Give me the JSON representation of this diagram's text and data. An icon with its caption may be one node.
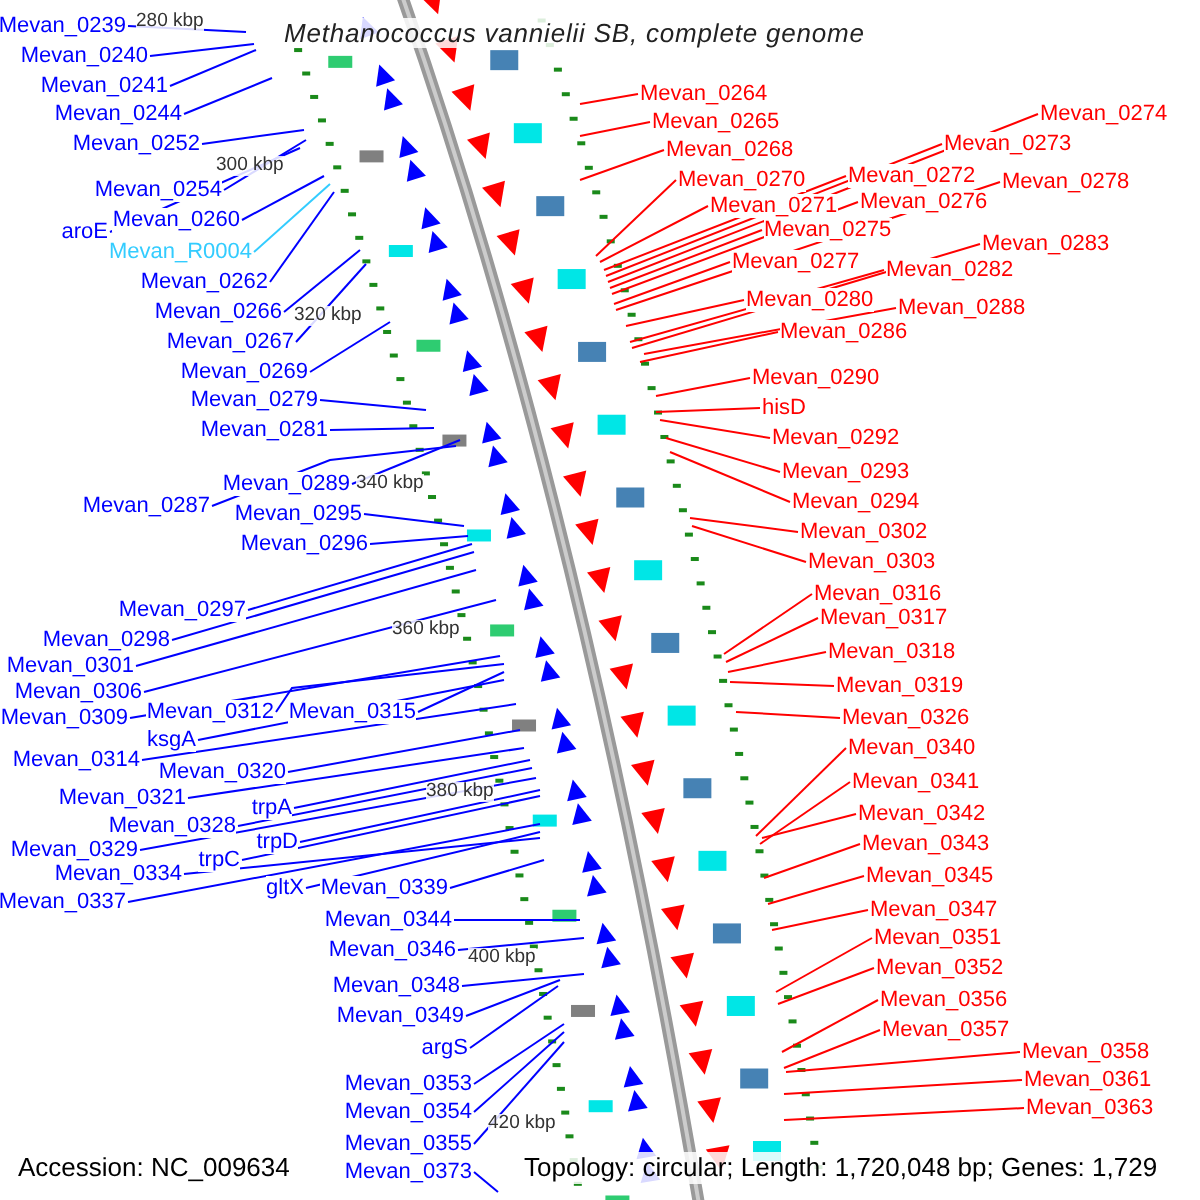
{
  "diagram": {
    "title": "Methanococcus vannielii SB, complete genome",
    "nodes": [
      {
        "text": [
          "Mevan_0239"
        ]
      },
      {
        "text": [
          "Mevan_0240"
        ]
      },
      {
        "text": [
          "Mevan_0241"
        ]
      },
      {
        "text": [
          "Mevan_0244"
        ]
      },
      {
        "text": [
          "Mevan_0252"
        ]
      },
      {
        "text": [
          "Mevan_0254"
        ]
      },
      {
        "text": [
          "aroE"
        ]
      },
      {
        "text": [
          "Mevan_0260"
        ]
      },
      {
        "text": [
          "Mevan_R0004"
        ]
      },
      {
        "text": [
          "Mevan_0262"
        ]
      },
      {
        "text": [
          "Mevan_0266"
        ]
      },
      {
        "text": [
          "Mevan_0267"
        ]
      },
      {
        "text": [
          "Mevan_0269"
        ]
      },
      {
        "text": [
          "Mevan_0279"
        ]
      },
      {
        "text": [
          "Mevan_0281"
        ]
      },
      {
        "text": [
          "Mevan_0289"
        ]
      },
      {
        "text": [
          "Mevan_0287"
        ]
      },
      {
        "text": [
          "Mevan_0295"
        ]
      },
      {
        "text": [
          "Mevan_0296"
        ]
      },
      {
        "text": [
          "Mevan_0297"
        ]
      },
      {
        "text": [
          "Mevan_0298"
        ]
      },
      {
        "text": [
          "Mevan_0301"
        ]
      },
      {
        "text": [
          "Mevan_0306"
        ]
      },
      {
        "text": [
          "Mevan_0309"
        ]
      },
      {
        "text": [
          "Mevan_0312"
        ]
      },
      {
        "text": [
          "Mevan_0315"
        ]
      },
      {
        "text": [
          "ksgA"
        ]
      },
      {
        "text": [
          "Mevan_0314"
        ]
      },
      {
        "text": [
          "Mevan_0320"
        ]
      },
      {
        "text": [
          "Mevan_0321"
        ]
      },
      {
        "text": [
          "trpA"
        ]
      },
      {
        "text": [
          "Mevan_0328"
        ]
      },
      {
        "text": [
          "Mevan_0329"
        ]
      },
      {
        "text": [
          "trpD"
        ]
      },
      {
        "text": [
          "trpC"
        ]
      },
      {
        "text": [
          "Mevan_0334"
        ]
      },
      {
        "text": [
          "gltX"
        ]
      },
      {
        "text": [
          "Mevan_0339"
        ]
      },
      {
        "text": [
          "Mevan_0337"
        ]
      },
      {
        "text": [
          "Mevan_0344"
        ]
      },
      {
        "text": [
          "Mevan_0346"
        ]
      },
      {
        "text": [
          "Mevan_0348"
        ]
      },
      {
        "text": [
          "Mevan_0349"
        ]
      },
      {
        "text": [
          "argS"
        ]
      },
      {
        "text": [
          "Mevan_0353"
        ]
      },
      {
        "text": [
          "Mevan_0354"
        ]
      },
      {
        "text": [
          "Mevan_0355"
        ]
      },
      {
        "text": [
          "Mevan_0373"
        ]
      },
      {
        "text": [
          "Mevan_0264"
        ]
      },
      {
        "text": [
          "Mevan_0265"
        ]
      },
      {
        "text": [
          "Mevan_0268"
        ]
      },
      {
        "text": [
          "Mevan_0270"
        ]
      },
      {
        "text": [
          "Mevan_0271"
        ]
      },
      {
        "text": [
          "Mevan_0272"
        ]
      },
      {
        "text": [
          "Mevan_0273"
        ]
      },
      {
        "text": [
          "Mevan_0274"
        ]
      },
      {
        "text": [
          "Mevan_0275"
        ]
      },
      {
        "text": [
          "Mevan_0276"
        ]
      },
      {
        "text": [
          "Mevan_0277"
        ]
      },
      {
        "text": [
          "Mevan_0278"
        ]
      },
      {
        "text": [
          "Mevan_0280"
        ]
      },
      {
        "text": [
          "Mevan_0282"
        ]
      },
      {
        "text": [
          "Mevan_0283"
        ]
      },
      {
        "text": [
          "Mevan_0286"
        ]
      },
      {
        "text": [
          "Mevan_0288"
        ]
      },
      {
        "text": [
          "Mevan_0290"
        ]
      },
      {
        "text": [
          "hisD"
        ]
      },
      {
        "text": [
          "Mevan_0292"
        ]
      },
      {
        "text": [
          "Mevan_0293"
        ]
      },
      {
        "text": [
          "Mevan_0294"
        ]
      },
      {
        "text": [
          "Mevan_0302"
        ]
      },
      {
        "text": [
          "Mevan_0303"
        ]
      },
      {
        "text": [
          "Mevan_0316"
        ]
      },
      {
        "text": [
          "Mevan_0317"
        ]
      },
      {
        "text": [
          "Mevan_0318"
        ]
      },
      {
        "text": [
          "Mevan_0319"
        ]
      },
      {
        "text": [
          "Mevan_0326"
        ]
      },
      {
        "text": [
          "Mevan_0340"
        ]
      },
      {
        "text": [
          "Mevan_0341"
        ]
      },
      {
        "text": [
          "Mevan_0342"
        ]
      },
      {
        "text": [
          "Mevan_0343"
        ]
      },
      {
        "text": [
          "Mevan_0345"
        ]
      },
      {
        "text": [
          "Mevan_0347"
        ]
      },
      {
        "text": [
          "Mevan_0351"
        ]
      },
      {
        "text": [
          "Mevan_0352"
        ]
      },
      {
        "text": [
          "Mevan_0356"
        ]
      },
      {
        "text": [
          "Mevan_0357"
        ]
      },
      {
        "text": [
          "Mevan_0358"
        ]
      },
      {
        "text": [
          "Mevan_0361"
        ]
      },
      {
        "text": [
          "Mevan_0363"
        ]
      }
    ],
    "edges": [
      {
        "from": 0,
        "to": null,
        "arrow": "none"
      },
      {
        "from": 1,
        "to": null,
        "arrow": "none"
      },
      {
        "from": 2,
        "to": null,
        "arrow": "none"
      },
      {
        "from": 3,
        "to": null,
        "arrow": "none"
      },
      {
        "from": 4,
        "to": null,
        "arrow": "none"
      },
      {
        "from": 5,
        "to": null,
        "arrow": "none"
      },
      {
        "from": 6,
        "to": null,
        "arrow": "none"
      },
      {
        "from": 7,
        "to": null,
        "arrow": "none"
      },
      {
        "from": 8,
        "to": null,
        "arrow": "none",
        "color": "#33ccff"
      },
      {
        "from": 9,
        "to": null,
        "arrow": "none"
      },
      {
        "from": 10,
        "to": null,
        "arrow": "none"
      },
      {
        "from": 11,
        "to": null,
        "arrow": "none"
      },
      {
        "from": 12,
        "to": null,
        "arrow": "none"
      },
      {
        "from": 13,
        "to": null,
        "arrow": "none"
      },
      {
        "from": 14,
        "to": null,
        "arrow": "none"
      },
      {
        "from": 15,
        "to": null,
        "arrow": "none"
      },
      {
        "from": 16,
        "to": null,
        "arrow": "none"
      },
      {
        "from": 17,
        "to": null,
        "arrow": "none"
      },
      {
        "from": 18,
        "to": null,
        "arrow": "none"
      },
      {
        "from": 19,
        "to": null,
        "arrow": "none"
      },
      {
        "from": 20,
        "to": null,
        "arrow": "none"
      },
      {
        "from": 21,
        "to": null,
        "arrow": "none"
      },
      {
        "from": 22,
        "to": null,
        "arrow": "none"
      },
      {
        "from": 23,
        "to": null,
        "arrow": "none"
      },
      {
        "from": 24,
        "to": null,
        "arrow": "none"
      },
      {
        "from": 25,
        "to": null,
        "arrow": "none"
      },
      {
        "from": 26,
        "to": null,
        "arrow": "none"
      },
      {
        "from": 27,
        "to": null,
        "arrow": "none"
      },
      {
        "from": 28,
        "to": null,
        "arrow": "none"
      },
      {
        "from": 29,
        "to": null,
        "arrow": "none"
      },
      {
        "from": 30,
        "to": null,
        "arrow": "none"
      },
      {
        "from": 31,
        "to": null,
        "arrow": "none"
      },
      {
        "from": 32,
        "to": null,
        "arrow": "none"
      },
      {
        "from": 33,
        "to": null,
        "arrow": "none"
      },
      {
        "from": 34,
        "to": null,
        "arrow": "none"
      },
      {
        "from": 35,
        "to": null,
        "arrow": "none"
      },
      {
        "from": 36,
        "to": null,
        "arrow": "none"
      },
      {
        "from": 37,
        "to": null,
        "arrow": "none"
      },
      {
        "from": 38,
        "to": null,
        "arrow": "none"
      },
      {
        "from": 39,
        "to": null,
        "arrow": "none"
      },
      {
        "from": 40,
        "to": null,
        "arrow": "none"
      },
      {
        "from": 41,
        "to": null,
        "arrow": "none"
      },
      {
        "from": 42,
        "to": null,
        "arrow": "none"
      },
      {
        "from": 43,
        "to": null,
        "arrow": "none"
      },
      {
        "from": 44,
        "to": null,
        "arrow": "none"
      },
      {
        "from": 45,
        "to": null,
        "arrow": "none"
      },
      {
        "from": 46,
        "to": null,
        "arrow": "none"
      },
      {
        "from": 47,
        "to": null,
        "arrow": "none"
      },
      {
        "from": 48,
        "to": null,
        "arrow": "none",
        "color": "#ff0000"
      },
      {
        "from": 49,
        "to": null,
        "arrow": "none",
        "color": "#ff0000"
      },
      {
        "from": 50,
        "to": null,
        "arrow": "none",
        "color": "#ff0000"
      },
      {
        "from": 51,
        "to": null,
        "arrow": "none",
        "color": "#ff0000"
      },
      {
        "from": 52,
        "to": null,
        "arrow": "none",
        "color": "#ff0000"
      },
      {
        "from": 53,
        "to": null,
        "arrow": "none",
        "color": "#ff0000"
      },
      {
        "from": 54,
        "to": null,
        "arrow": "none",
        "color": "#ff0000"
      },
      {
        "from": 55,
        "to": null,
        "arrow": "none",
        "color": "#ff0000"
      },
      {
        "from": 56,
        "to": null,
        "arrow": "none",
        "color": "#ff0000"
      },
      {
        "from": 57,
        "to": null,
        "arrow": "none",
        "color": "#ff0000"
      },
      {
        "from": 58,
        "to": null,
        "arrow": "none",
        "color": "#ff0000"
      },
      {
        "from": 59,
        "to": null,
        "arrow": "none",
        "color": "#ff0000"
      },
      {
        "from": 60,
        "to": null,
        "arrow": "none",
        "color": "#ff0000"
      },
      {
        "from": 61,
        "to": null,
        "arrow": "none",
        "color": "#ff0000"
      },
      {
        "from": 62,
        "to": null,
        "arrow": "none",
        "color": "#ff0000"
      },
      {
        "from": 63,
        "to": null,
        "arrow": "none",
        "color": "#ff0000"
      },
      {
        "from": 64,
        "to": null,
        "arrow": "none",
        "color": "#ff0000"
      },
      {
        "from": 65,
        "to": null,
        "arrow": "none",
        "color": "#ff0000"
      },
      {
        "from": 66,
        "to": null,
        "arrow": "none",
        "color": "#ff0000"
      },
      {
        "from": 67,
        "to": null,
        "arrow": "none",
        "color": "#ff0000"
      },
      {
        "from": 68,
        "to": null,
        "arrow": "none",
        "color": "#ff0000"
      },
      {
        "from": 69,
        "to": null,
        "arrow": "none",
        "color": "#ff0000"
      },
      {
        "from": 70,
        "to": null,
        "arrow": "none",
        "color": "#ff0000"
      },
      {
        "from": 71,
        "to": null,
        "arrow": "none",
        "color": "#ff0000"
      },
      {
        "from": 72,
        "to": null,
        "arrow": "none",
        "color": "#ff0000"
      },
      {
        "from": 73,
        "to": null,
        "arrow": "none",
        "color": "#ff0000"
      },
      {
        "from": 74,
        "to": null,
        "arrow": "none",
        "color": "#ff0000"
      },
      {
        "from": 75,
        "to": null,
        "arrow": "none",
        "color": "#ff0000"
      },
      {
        "from": 76,
        "to": null,
        "arrow": "none",
        "color": "#ff0000"
      },
      {
        "from": 77,
        "to": null,
        "arrow": "none",
        "color": "#ff0000"
      },
      {
        "from": 78,
        "to": null,
        "arrow": "none",
        "color": "#ff0000"
      },
      {
        "from": 79,
        "to": null,
        "arrow": "none",
        "color": "#ff0000"
      },
      {
        "from": 80,
        "to": null,
        "arrow": "none",
        "color": "#ff0000"
      },
      {
        "from": 81,
        "to": null,
        "arrow": "none",
        "color": "#ff0000"
      },
      {
        "from": 82,
        "to": null,
        "arrow": "none",
        "color": "#ff0000"
      },
      {
        "from": 83,
        "to": null,
        "arrow": "none",
        "color": "#ff0000"
      },
      {
        "from": 84,
        "to": null,
        "arrow": "none",
        "color": "#ff0000"
      },
      {
        "from": 85,
        "to": null,
        "arrow": "none",
        "color": "#ff0000"
      },
      {
        "from": 86,
        "to": null,
        "arrow": "none",
        "color": "#ff0000"
      },
      {
        "from": 87,
        "to": null,
        "arrow": "none",
        "color": "#ff0000"
      },
      {
        "from": 88,
        "to": null,
        "arrow": "none",
        "color": "#ff0000"
      },
      {
        "from": 89,
        "to": null,
        "arrow": "none",
        "color": "#ff0000"
      }
    ],
    "labels": [
      "280 kbp",
      "300 kbp",
      "320 kbp",
      "340 kbp",
      "360 kbp",
      "380 kbp",
      "400 kbp",
      "420 kbp",
      "Accession: NC_009634",
      "Topology: circular; Length: 1,720,048 bp; Genes: 1,729"
    ]
  }
}
